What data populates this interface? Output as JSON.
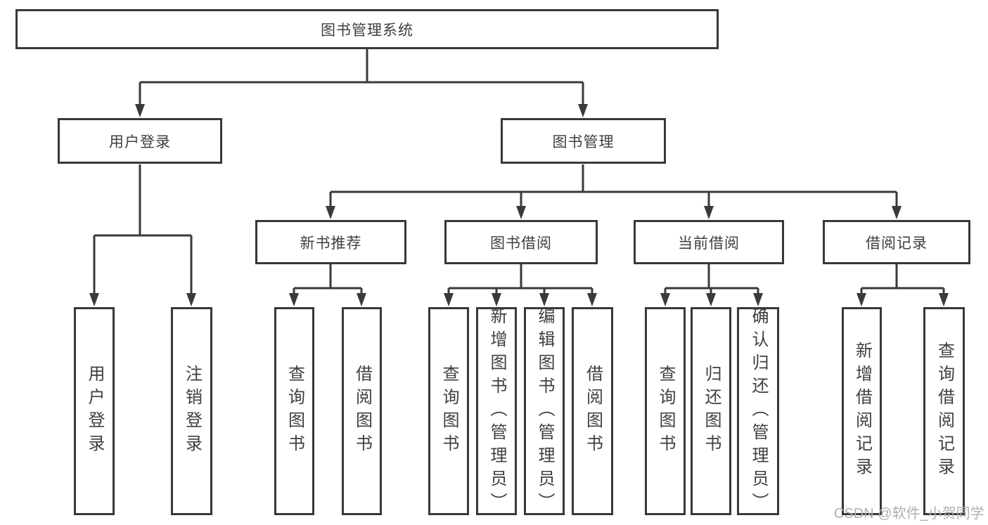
{
  "diagram": {
    "root": "图书管理系统",
    "level2": {
      "user_login": "用户登录",
      "book_management": "图书管理"
    },
    "level3": {
      "new_book_recommend": "新书推荐",
      "book_borrow": "图书借阅",
      "current_borrow": "当前借阅",
      "borrow_records": "借阅记录"
    },
    "leaves": {
      "user_login": [
        "用户登录",
        "注销登录"
      ],
      "new_book_recommend": [
        "查询图书",
        "借阅图书"
      ],
      "book_borrow": [
        "查询图书",
        "新增图书（管理员）",
        "编辑图书（管理员）",
        "借阅图书"
      ],
      "current_borrow": [
        "查询图书",
        "归还图书",
        "确认归还（管理员）"
      ],
      "borrow_records": [
        "新增借阅记录",
        "查询借阅记录"
      ]
    }
  },
  "watermark": "CSDN @软件_小贺同学",
  "colors": {
    "line": "#3a3a3a",
    "box_border": "#383838",
    "box_fill": "#ffffff",
    "text": "#3f3f3f",
    "watermark": "#b0b0b0",
    "background": "#ffffff"
  }
}
